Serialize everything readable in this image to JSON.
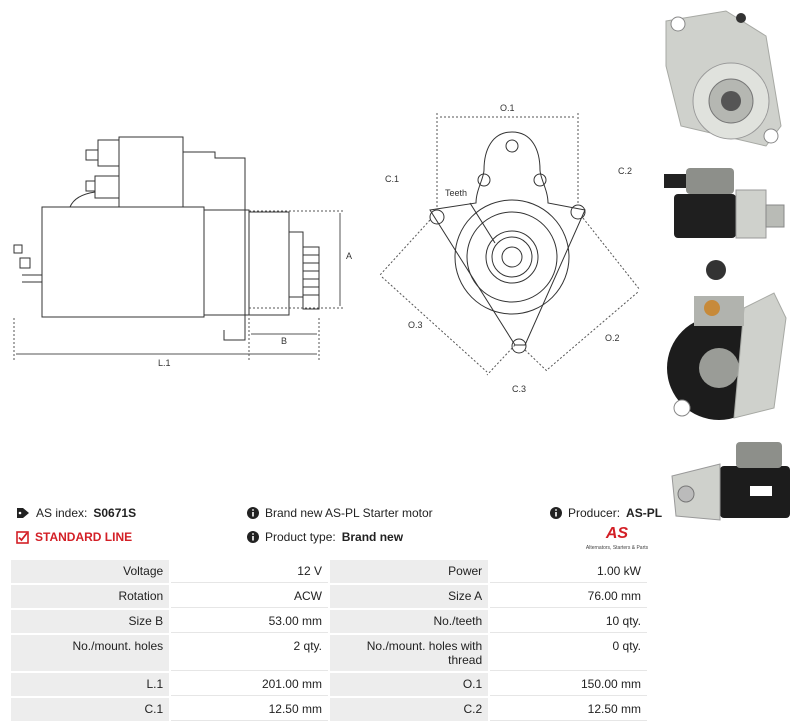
{
  "diagram": {
    "side_labels": {
      "a": "A",
      "b": "B",
      "l1": "L.1"
    },
    "front_labels": {
      "o1": "O.1",
      "o2": "O.2",
      "o3": "O.3",
      "c1": "C.1",
      "c2": "C.2",
      "c3": "C.3",
      "teeth": "Teeth"
    }
  },
  "info": {
    "as_index_label": "AS index:",
    "as_index_value": "S0671S",
    "line": "STANDARD LINE",
    "description": "Brand new AS-PL Starter motor",
    "product_type_label": "Product type:",
    "product_type_value": "Brand new",
    "producer_label": "Producer:",
    "producer_value": "AS-PL",
    "logo_text": "AS",
    "logo_tagline": "Alternators, Starters & Parts"
  },
  "specs": [
    [
      {
        "k": "Voltage",
        "v": "12 V"
      },
      {
        "k": "Power",
        "v": "1.00 kW"
      }
    ],
    [
      {
        "k": "Rotation",
        "v": "ACW"
      },
      {
        "k": "Size A",
        "v": "76.00 mm"
      }
    ],
    [
      {
        "k": "Size B",
        "v": "53.00 mm"
      },
      {
        "k": "No./teeth",
        "v": "10 qty."
      }
    ],
    [
      {
        "k": "No./mount. holes",
        "v": "2 qty."
      },
      {
        "k": "No./mount. holes with thread",
        "v": "0 qty."
      }
    ],
    [
      {
        "k": "L.1",
        "v": "201.00 mm"
      },
      {
        "k": "O.1",
        "v": "150.00 mm"
      }
    ],
    [
      {
        "k": "C.1",
        "v": "12.50 mm"
      },
      {
        "k": "C.2",
        "v": "12.50 mm"
      }
    ]
  ],
  "colors": {
    "accent": "#d31f26",
    "key_bg": "#ededed"
  },
  "icons": [
    "tag-icon",
    "check-square-icon",
    "info-icon"
  ]
}
